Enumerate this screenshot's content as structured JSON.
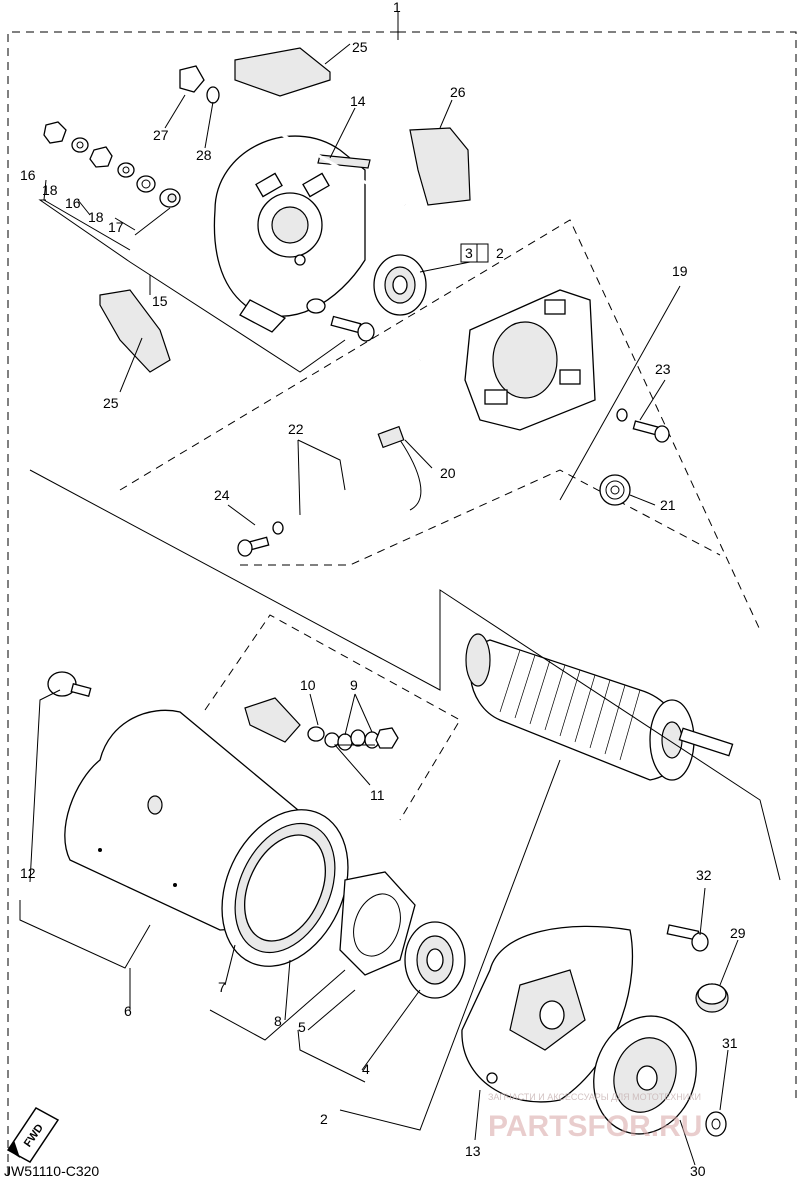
{
  "diagram": {
    "assembly_callout": "1",
    "drawing_code": "JW51110-C320",
    "fwd_label": "FWD",
    "watermark_brand": "PARTSFOR.RU",
    "watermark_tagline": "ЗАПЧАСТИ И АКСЕССУАРЫ ДЛЯ МОТОТЕХНИКИ",
    "callouts": {
      "c2": "2",
      "c3": "3",
      "c3_ref": "2",
      "c4": "4",
      "c5": "5",
      "c6": "6",
      "c7": "7",
      "c8": "8",
      "c9": "9",
      "c10": "10",
      "c11": "11",
      "c12": "12",
      "c13": "13",
      "c14": "14",
      "c15": "15",
      "c16a": "16",
      "c16b": "16",
      "c17": "17",
      "c18a": "18",
      "c18b": "18",
      "c19": "19",
      "c20": "20",
      "c21": "21",
      "c22": "22",
      "c23": "23",
      "c24": "24",
      "c25a": "25",
      "c25b": "25",
      "c26": "26",
      "c27": "27",
      "c28": "28",
      "c29": "29",
      "c30": "30",
      "c31": "31",
      "c32": "32"
    }
  }
}
